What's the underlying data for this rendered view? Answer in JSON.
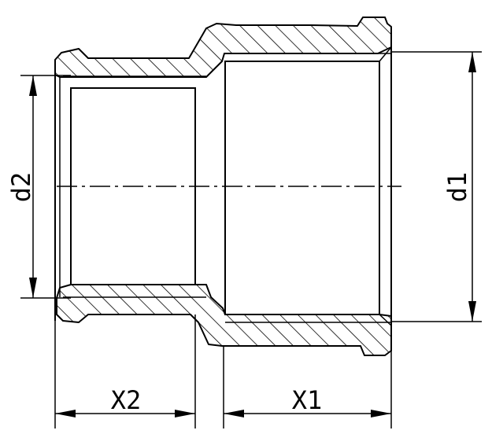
{
  "labels": {
    "d1": "d1",
    "d2": "d2",
    "x1": "X1",
    "x2": "X2"
  },
  "colors": {
    "line": "#000000",
    "background": "#ffffff"
  }
}
